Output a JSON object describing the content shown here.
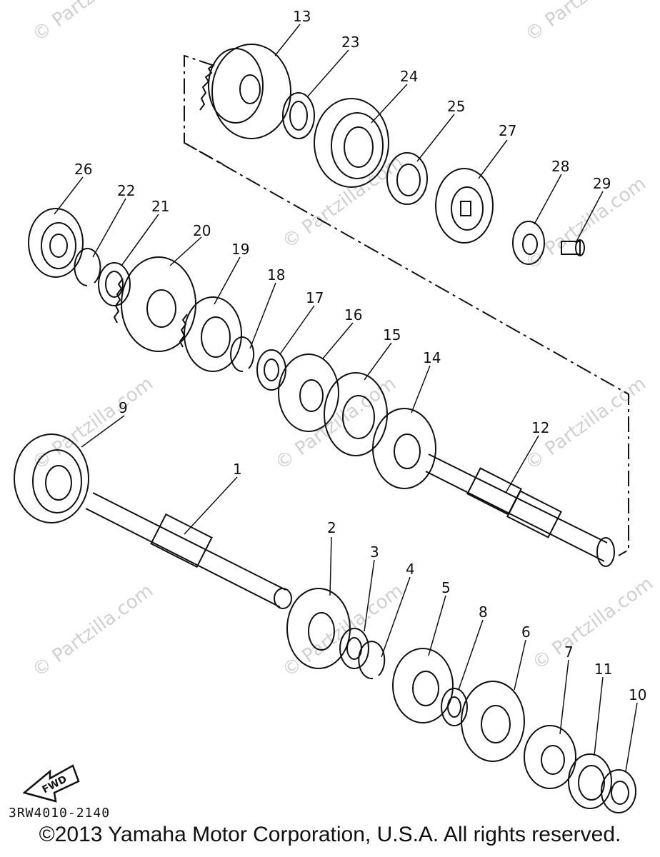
{
  "diagram": {
    "part_labels": [
      "1",
      "2",
      "3",
      "4",
      "5",
      "6",
      "7",
      "8",
      "9",
      "10",
      "11",
      "12",
      "13",
      "14",
      "15",
      "16",
      "17",
      "18",
      "19",
      "20",
      "21",
      "22",
      "23",
      "24",
      "25",
      "26",
      "27",
      "28",
      "29"
    ],
    "fwd_label": "FWD",
    "diagram_code": "3RW4010-2140",
    "watermark_text": "© Partzilla.com",
    "copyright": "©2013  Yamaha Motor Corporation, U.S.A. All rights reserved.",
    "colors": {
      "ink": "#111111",
      "watermark": "#d0d0d0",
      "background": "#ffffff"
    }
  }
}
